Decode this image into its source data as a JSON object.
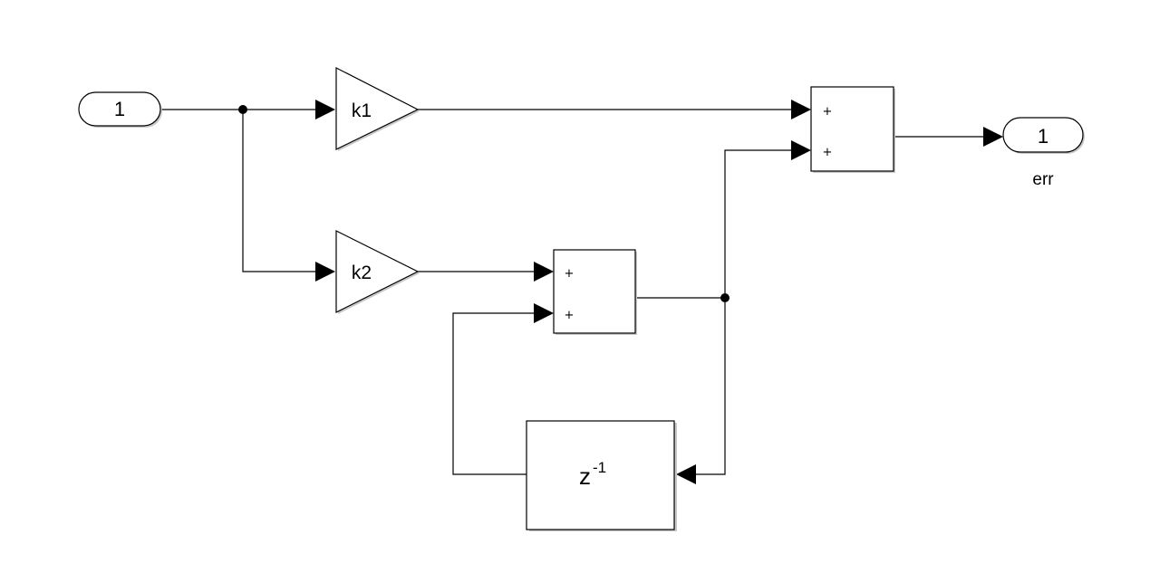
{
  "inport": {
    "number": "1"
  },
  "outport": {
    "number": "1",
    "name": "err"
  },
  "gain1": {
    "label": "k1"
  },
  "gain2": {
    "label": "k2"
  },
  "sum_main": {
    "signs": [
      "+",
      "+"
    ]
  },
  "sum_feedback": {
    "signs": [
      "+",
      "+"
    ]
  },
  "delay": {
    "base": "z",
    "exponent": "-1"
  }
}
